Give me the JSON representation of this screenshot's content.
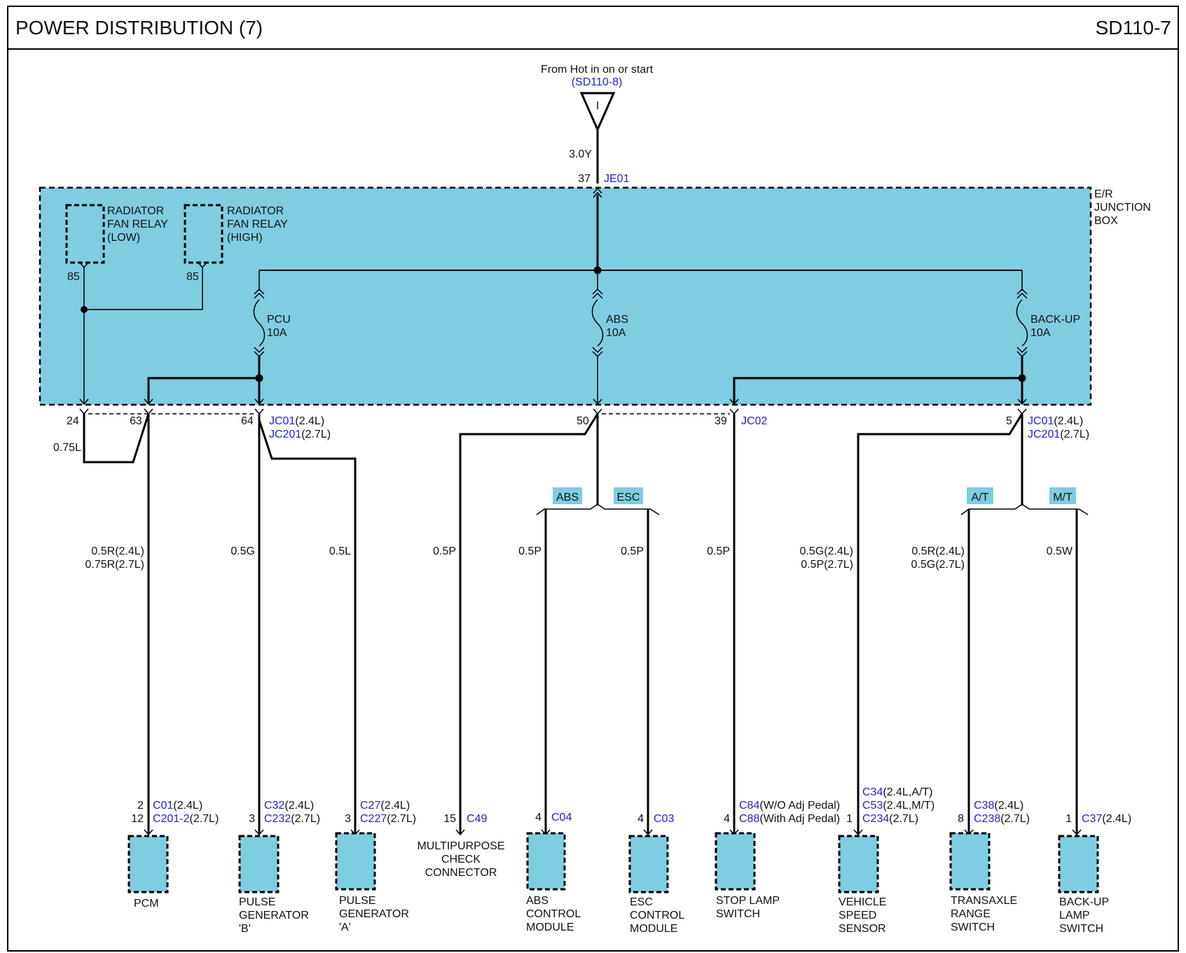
{
  "header": {
    "title": "POWER DISTRIBUTION (7)",
    "page_id": "SD110-7"
  },
  "source": {
    "label": "From Hot in on or start",
    "ref": "(SD110-8)",
    "symbol": "I",
    "wire": "3.0Y",
    "pin": "37",
    "connector": "JE01"
  },
  "junction_box": {
    "label_1": "E/R",
    "label_2": "JUNCTION",
    "label_3": "BOX"
  },
  "relays": [
    {
      "line1": "RADIATOR",
      "line2": "FAN RELAY",
      "line3": "(LOW)",
      "pin": "85"
    },
    {
      "line1": "RADIATOR",
      "line2": "FAN RELAY",
      "line3": "(HIGH)",
      "pin": "85"
    }
  ],
  "fuses": [
    {
      "name": "PCU",
      "rating": "10A"
    },
    {
      "name": "ABS",
      "rating": "10A"
    },
    {
      "name": "BACK-UP",
      "rating": "10A"
    }
  ],
  "box_pins": {
    "p24": "24",
    "p63": "63",
    "p64": "64",
    "p50": "50",
    "p39": "39",
    "p5": "5",
    "jc01_a": "JC01",
    "jc01_a_note": "(2.4L)",
    "jc201_a": "JC201",
    "jc201_a_note": "(2.7L)",
    "jc02": "JC02",
    "jc01_b": "JC01",
    "jc01_b_note": "(2.4L)",
    "jc201_b": "JC201",
    "jc201_b_note": "(2.7L)",
    "loop_wire": "0.75L"
  },
  "tags": {
    "abs": "ABS",
    "esc": "ESC",
    "at": "A/T",
    "mt": "M/T"
  },
  "wires": {
    "pcm_1": "0.5R(2.4L)",
    "pcm_2": "0.75R(2.7L)",
    "pgb": "0.5G",
    "pga": "0.5L",
    "mcc": "0.5P",
    "abs": "0.5P",
    "esc": "0.5P",
    "stop": "0.5P",
    "vss_1": "0.5G(2.4L)",
    "vss_2": "0.5P(2.7L)",
    "trs_1": "0.5R(2.4L)",
    "trs_2": "0.5G(2.7L)",
    "backup": "0.5W"
  },
  "components": {
    "pcm": {
      "pin1": "2",
      "conn1": "C01",
      "note1": "(2.4L)",
      "pin2": "12",
      "conn2": "C201-2",
      "note2": "(2.7L)",
      "name1": "PCM"
    },
    "pgb": {
      "pin1": "3",
      "conn1": "C32",
      "note1": "(2.4L)",
      "conn2": "C232",
      "note2": "(2.7L)",
      "name1": "PULSE",
      "name2": "GENERATOR",
      "name3": "'B'"
    },
    "pga": {
      "pin1": "3",
      "conn1": "C27",
      "note1": "(2.4L)",
      "conn2": "C227",
      "note2": "(2.7L)",
      "name1": "PULSE",
      "name2": "GENERATOR",
      "name3": "'A'"
    },
    "mcc": {
      "pin1": "15",
      "conn1": "C49",
      "name1": "MULTIPURPOSE",
      "name2": "CHECK",
      "name3": "CONNECTOR"
    },
    "abs": {
      "pin1": "4",
      "conn1": "C04",
      "name1": "ABS",
      "name2": "CONTROL",
      "name3": "MODULE"
    },
    "esc": {
      "pin1": "4",
      "conn1": "C03",
      "name1": "ESC",
      "name2": "CONTROL",
      "name3": "MODULE"
    },
    "stop": {
      "pin1": "4",
      "conn1": "C84",
      "note1": "(W/O Adj Pedal)",
      "conn2": "C88",
      "note2": "(With Adj Pedal)",
      "name1": "STOP LAMP",
      "name2": "SWITCH"
    },
    "vss": {
      "pin1": "1",
      "conn1": "C34",
      "note1": "(2.4L,A/T)",
      "conn2": "C53",
      "note2": "(2.4L,M/T)",
      "conn3": "C234",
      "note3": "(2.7L)",
      "name1": "VEHICLE",
      "name2": "SPEED",
      "name3": "SENSOR"
    },
    "trs": {
      "pin1": "8",
      "conn1": "C38",
      "note1": "(2.4L)",
      "conn2": "C238",
      "note2": "(2.7L)",
      "name1": "TRANSAXLE",
      "name2": "RANGE",
      "name3": "SWITCH"
    },
    "backup": {
      "pin1": "1",
      "conn1": "C37",
      "note1": "(2.4L)",
      "name1": "BACK-UP",
      "name2": "LAMP",
      "name3": "SWITCH"
    }
  }
}
